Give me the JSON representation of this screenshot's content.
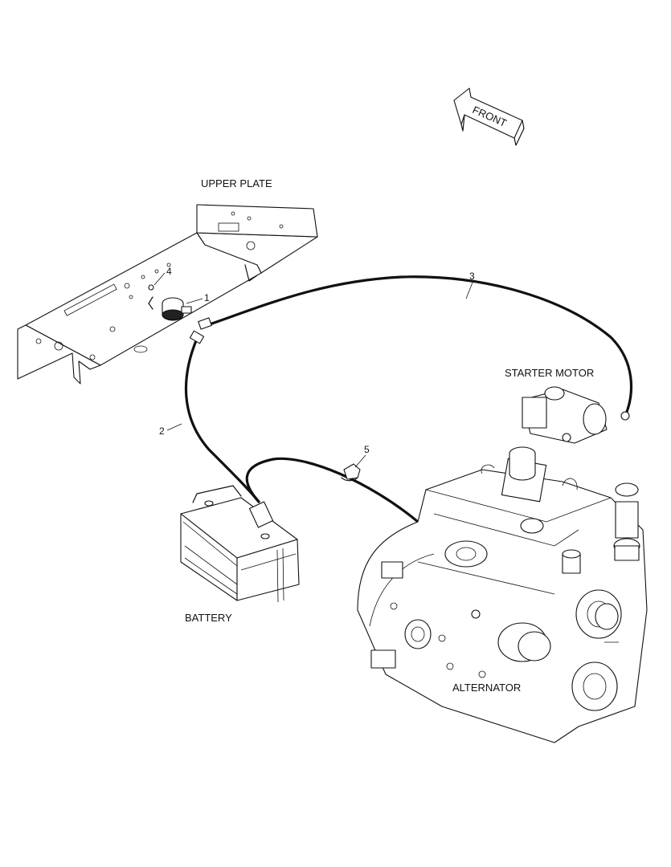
{
  "labels": {
    "front": "FRONT",
    "upper_plate": "UPPER PLATE",
    "starter_motor": "STARTER MOTOR",
    "battery": "BATTERY",
    "alternator": "ALTERNATOR"
  },
  "callouts": {
    "c1": "1",
    "c2": "2",
    "c3": "3",
    "c4": "4",
    "c5": "5"
  }
}
